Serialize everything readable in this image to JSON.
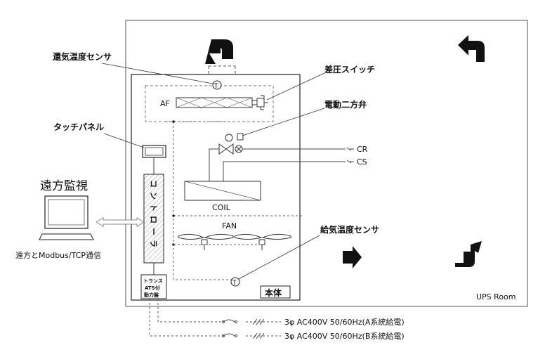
{
  "labels": {
    "return_sensor": "還気温度センサ",
    "diff_switch": "差圧スイッチ",
    "valve": "電動二方弁",
    "touch_panel": "タッチパネル",
    "remote": "遠方監視",
    "remote_comm": "遠方とModbus/TCP通信",
    "af": "AF",
    "coil": "COIL",
    "fan": "FAN",
    "cr": "CR",
    "cs": "CS",
    "supply_sensor": "給気温度センサ",
    "controller": "コントローラ",
    "trans_1": "トランス",
    "trans_2": "ATS付",
    "trans_3": "動力盤",
    "unit": "本体",
    "room": "UPS Room",
    "power_a": "3φ AC400V 50/60Hz(A系統給電)",
    "power_b": "3φ AC400V 50/60Hz(B系統給電)",
    "t_sensor_symbol": "T"
  }
}
